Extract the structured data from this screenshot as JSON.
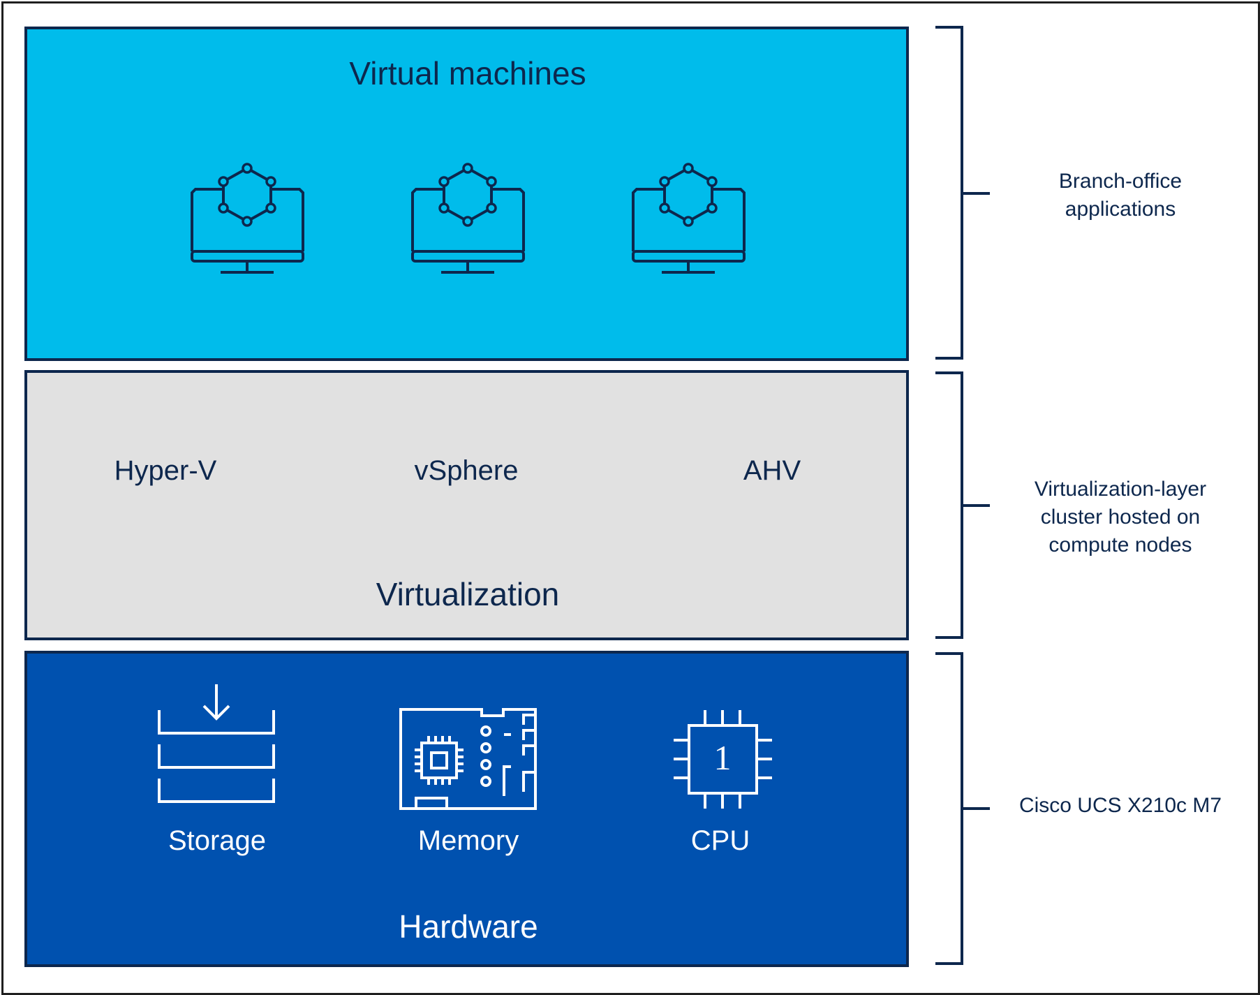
{
  "layers": {
    "vm": {
      "title": "Virtual machines",
      "color": "#00bceb",
      "icons": [
        "vm-monitor-icon",
        "vm-monitor-icon",
        "vm-monitor-icon"
      ]
    },
    "virtualization": {
      "title": "Virtualization",
      "color": "#e1e1e1",
      "items": [
        "Hyper-V",
        "vSphere",
        "AHV"
      ]
    },
    "hardware": {
      "title": "Hardware",
      "color": "#0051af",
      "items": [
        {
          "label": "Storage",
          "icon": "storage-icon"
        },
        {
          "label": "Memory",
          "icon": "memory-board-icon"
        },
        {
          "label": "CPU",
          "icon": "cpu-chip-icon",
          "chip_text": "1"
        }
      ]
    }
  },
  "annotations": {
    "branch": "Branch-office\napplications",
    "cluster": "Virtualization-layer\ncluster hosted on\ncompute nodes",
    "nodes": "Cisco UCS X210c M7"
  },
  "colors": {
    "outline": "#0d274d",
    "text_dark": "#0d274d",
    "text_light": "#ffffff"
  }
}
